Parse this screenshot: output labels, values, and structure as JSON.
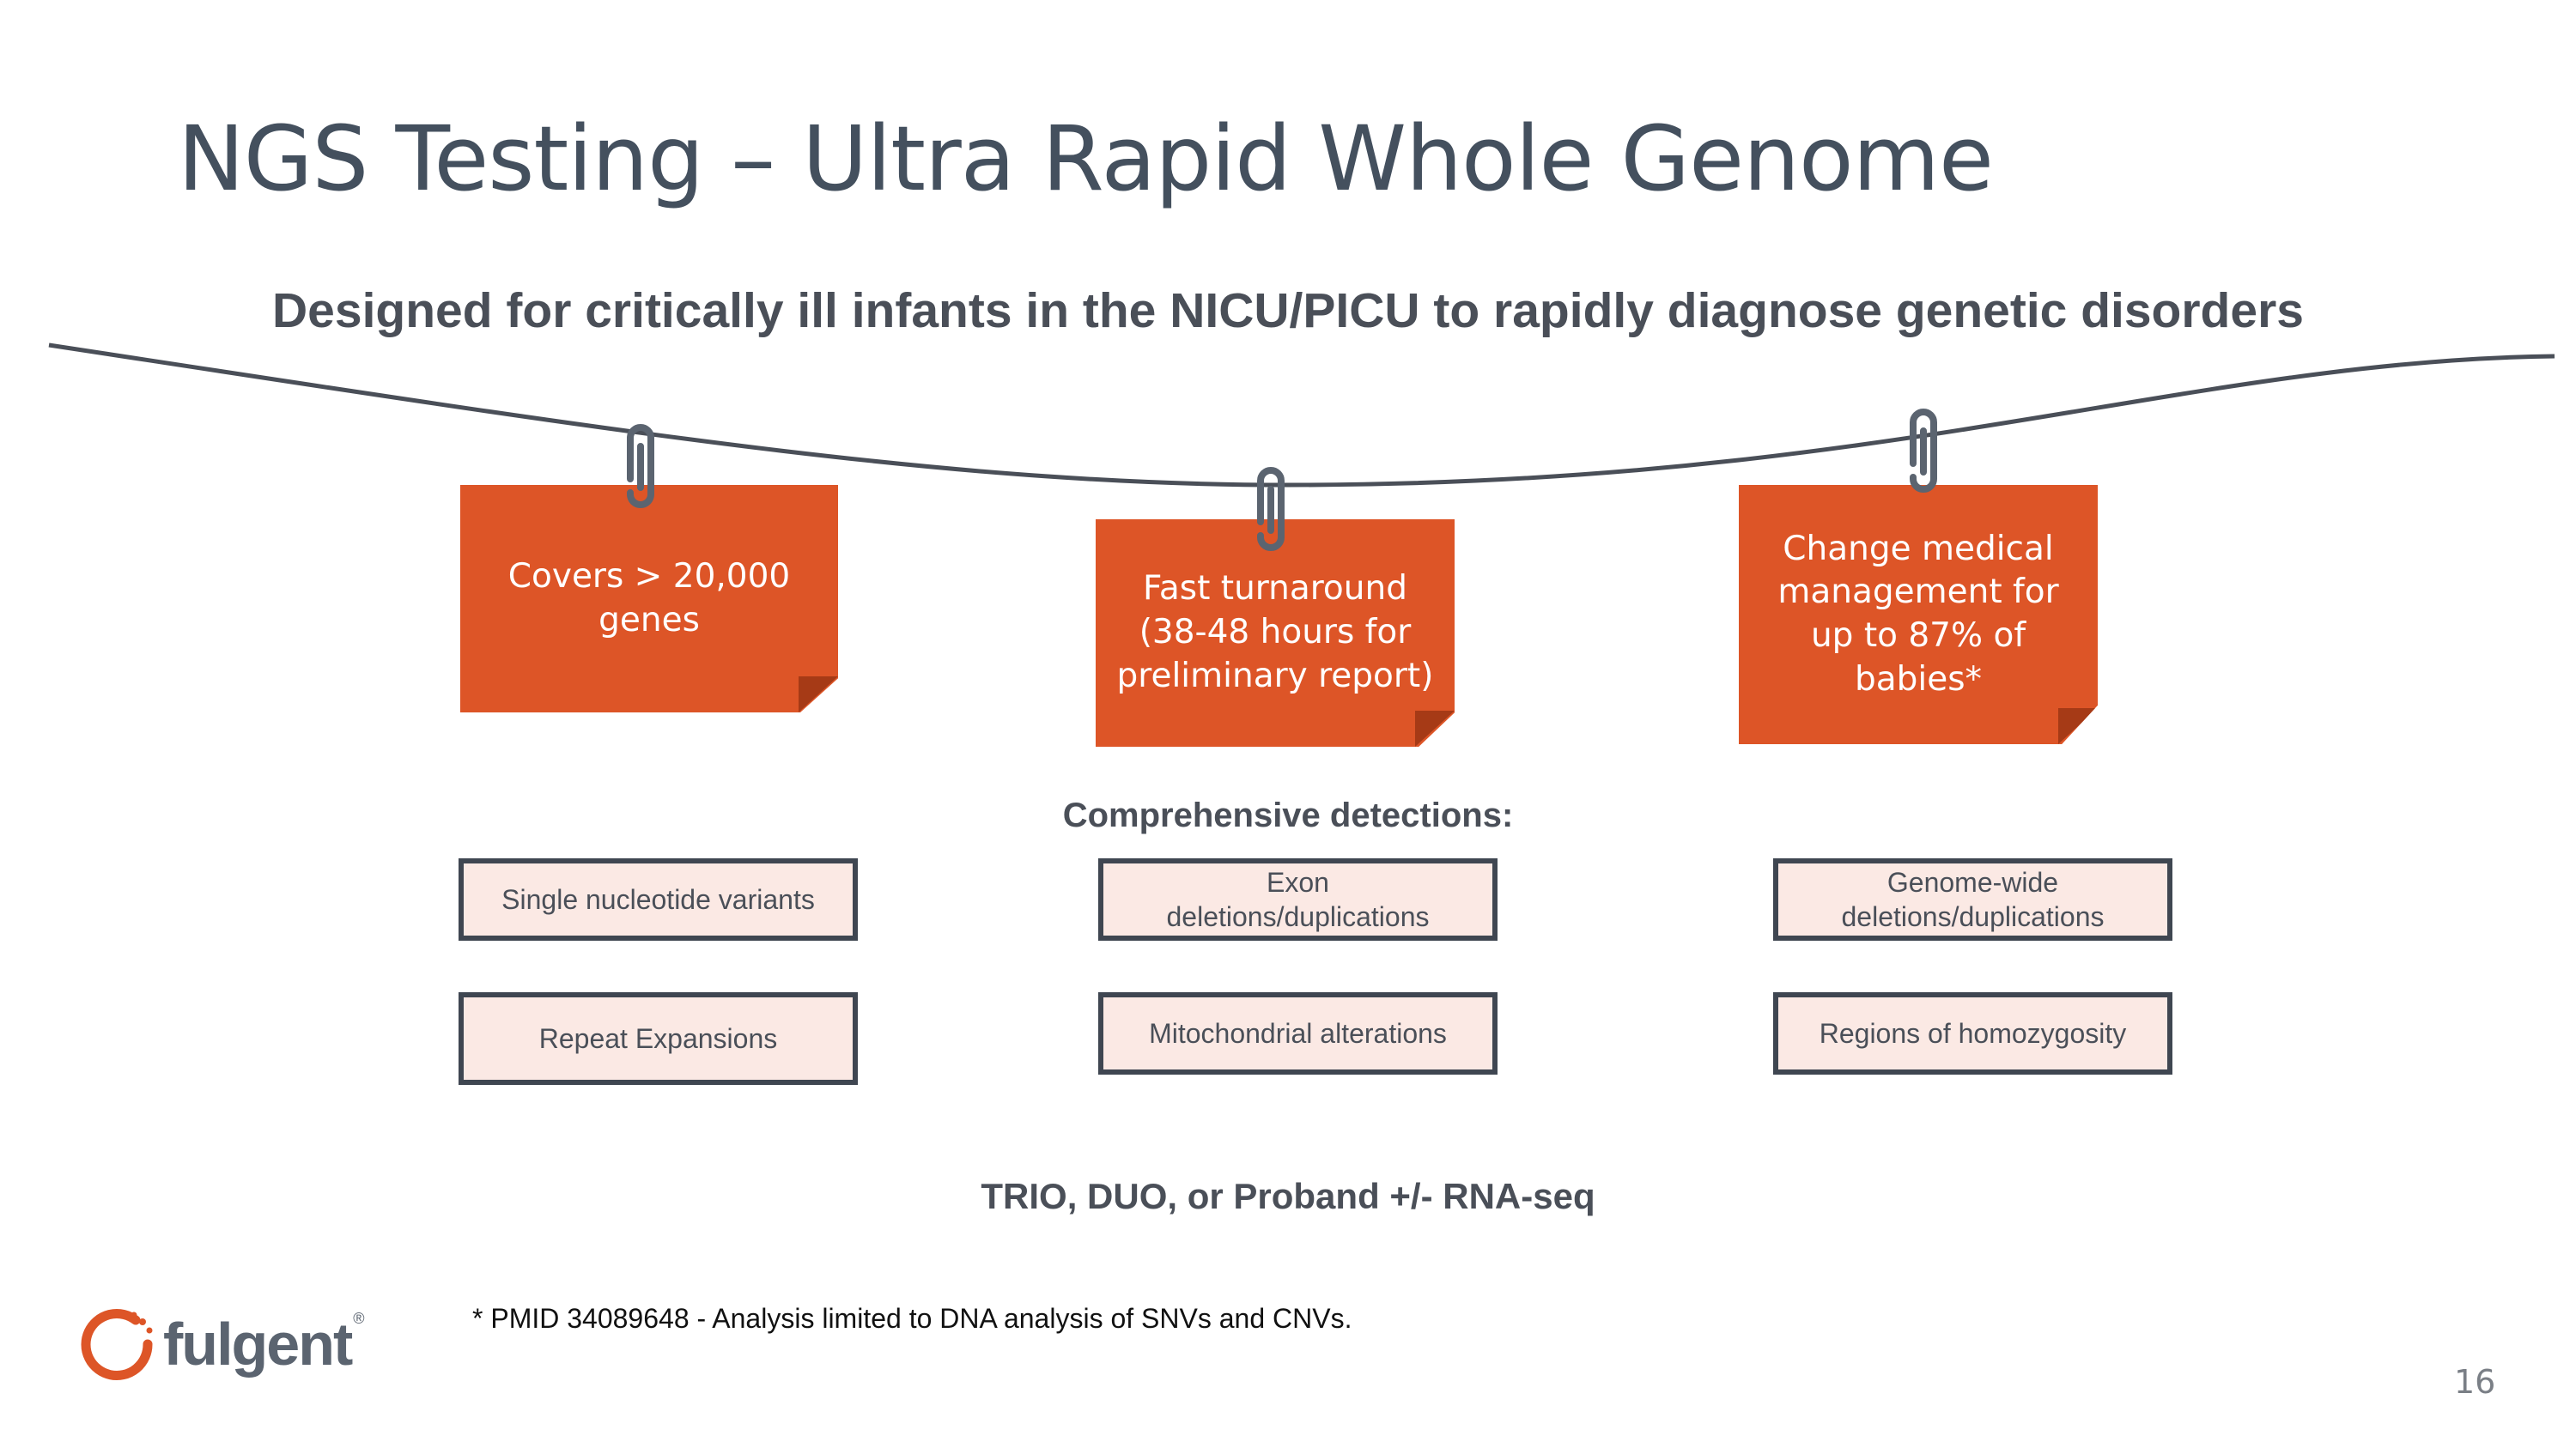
{
  "title": "NGS Testing – Ultra Rapid Whole Genome",
  "subtitle": "Designed for critically ill infants in the NICU/PICU to rapidly diagnose genetic disorders",
  "notes": [
    {
      "text": "Covers > 20,000 genes"
    },
    {
      "text": "Fast turnaround (38-48 hours for preliminary report)"
    },
    {
      "text": "Change medical management for up to 87% of babies*"
    }
  ],
  "detections": {
    "heading": "Comprehensive detections:",
    "items": [
      "Single nucleotide variants",
      "Exon deletions/duplications",
      "Genome-wide deletions/duplications",
      "Repeat Expansions",
      "Mitochondrial alterations",
      "Regions of homozygosity"
    ]
  },
  "trio_line": "TRIO, DUO, or Proband +/- RNA-seq",
  "footnote": "* PMID 34089648 - Analysis limited to DNA analysis of SNVs and CNVs.",
  "logo": {
    "text": "fulgent",
    "mark": "®",
    "icon": "fulgent-ring-logo",
    "color": "#dd5527"
  },
  "page_number": "16",
  "colors": {
    "accent": "#dd5527",
    "box_fill": "#fbe9e4",
    "box_border": "#3f4651",
    "text": "#4a4f58"
  }
}
